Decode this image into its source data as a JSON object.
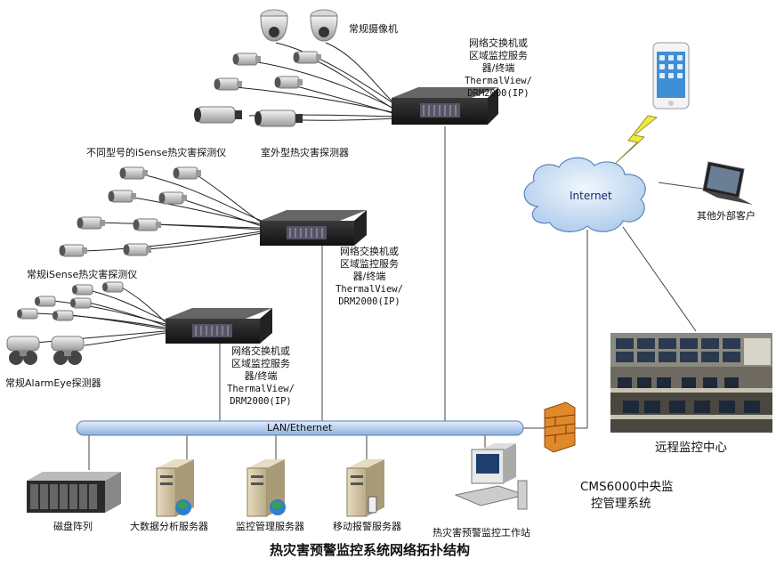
{
  "title": "热灾害预警监控系统网络拓扑结构",
  "labels": {
    "dome_cameras": "常规摄像机",
    "outdoor_detector": "室外型热灾害探测器",
    "isense_models": "不同型号的iSense热灾害探测仪",
    "isense_standard": "常规iSense热灾害探测仪",
    "alarmeye": "常规AlarmEye探测器",
    "internet": "Internet",
    "external_client": "其他外部客户",
    "remote_center": "远程监控中心",
    "lan": "LAN/Ethernet",
    "cms_line1": "CMS6000中央监",
    "cms_line2": "控管理系统"
  },
  "switch_label": {
    "line1": "网络交换机或",
    "line2": "区域监控服务",
    "line3": "器/终端",
    "line4": "ThermalView/",
    "line5": "DRM2000(IP)"
  },
  "bottom": {
    "disk_array": "磁盘阵列",
    "bigdata_server": "大数据分析服务器",
    "monitor_server": "监控管理服务器",
    "mobile_server": "移动报警服务器",
    "workstation": "热灾害预警监控工作站"
  },
  "colors": {
    "lan_bar": "#c9dcf2",
    "cloud": "#d2e4f7",
    "lightning": "#f2ea3a",
    "firewall": "#e0892a"
  }
}
